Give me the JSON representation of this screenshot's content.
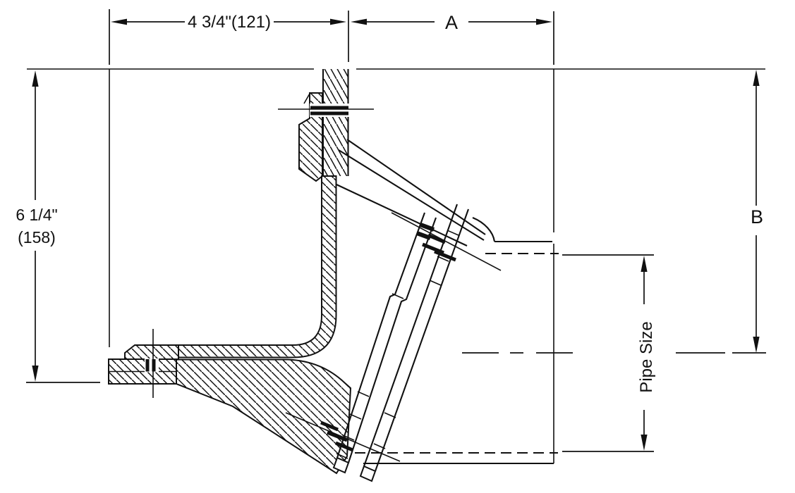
{
  "drawing": {
    "type": "technical-dimension-drawing",
    "subject": "pipe-fitting-cross-section",
    "background_color": "#ffffff",
    "line_color": "#111111",
    "labels": {
      "top_width": "4 3/4\"(121)",
      "top_right_width": "A",
      "left_height_line1": "6 1/4\"",
      "left_height_line2": "(158)",
      "right_height": "B",
      "pipe_size": "Pipe Size"
    }
  }
}
